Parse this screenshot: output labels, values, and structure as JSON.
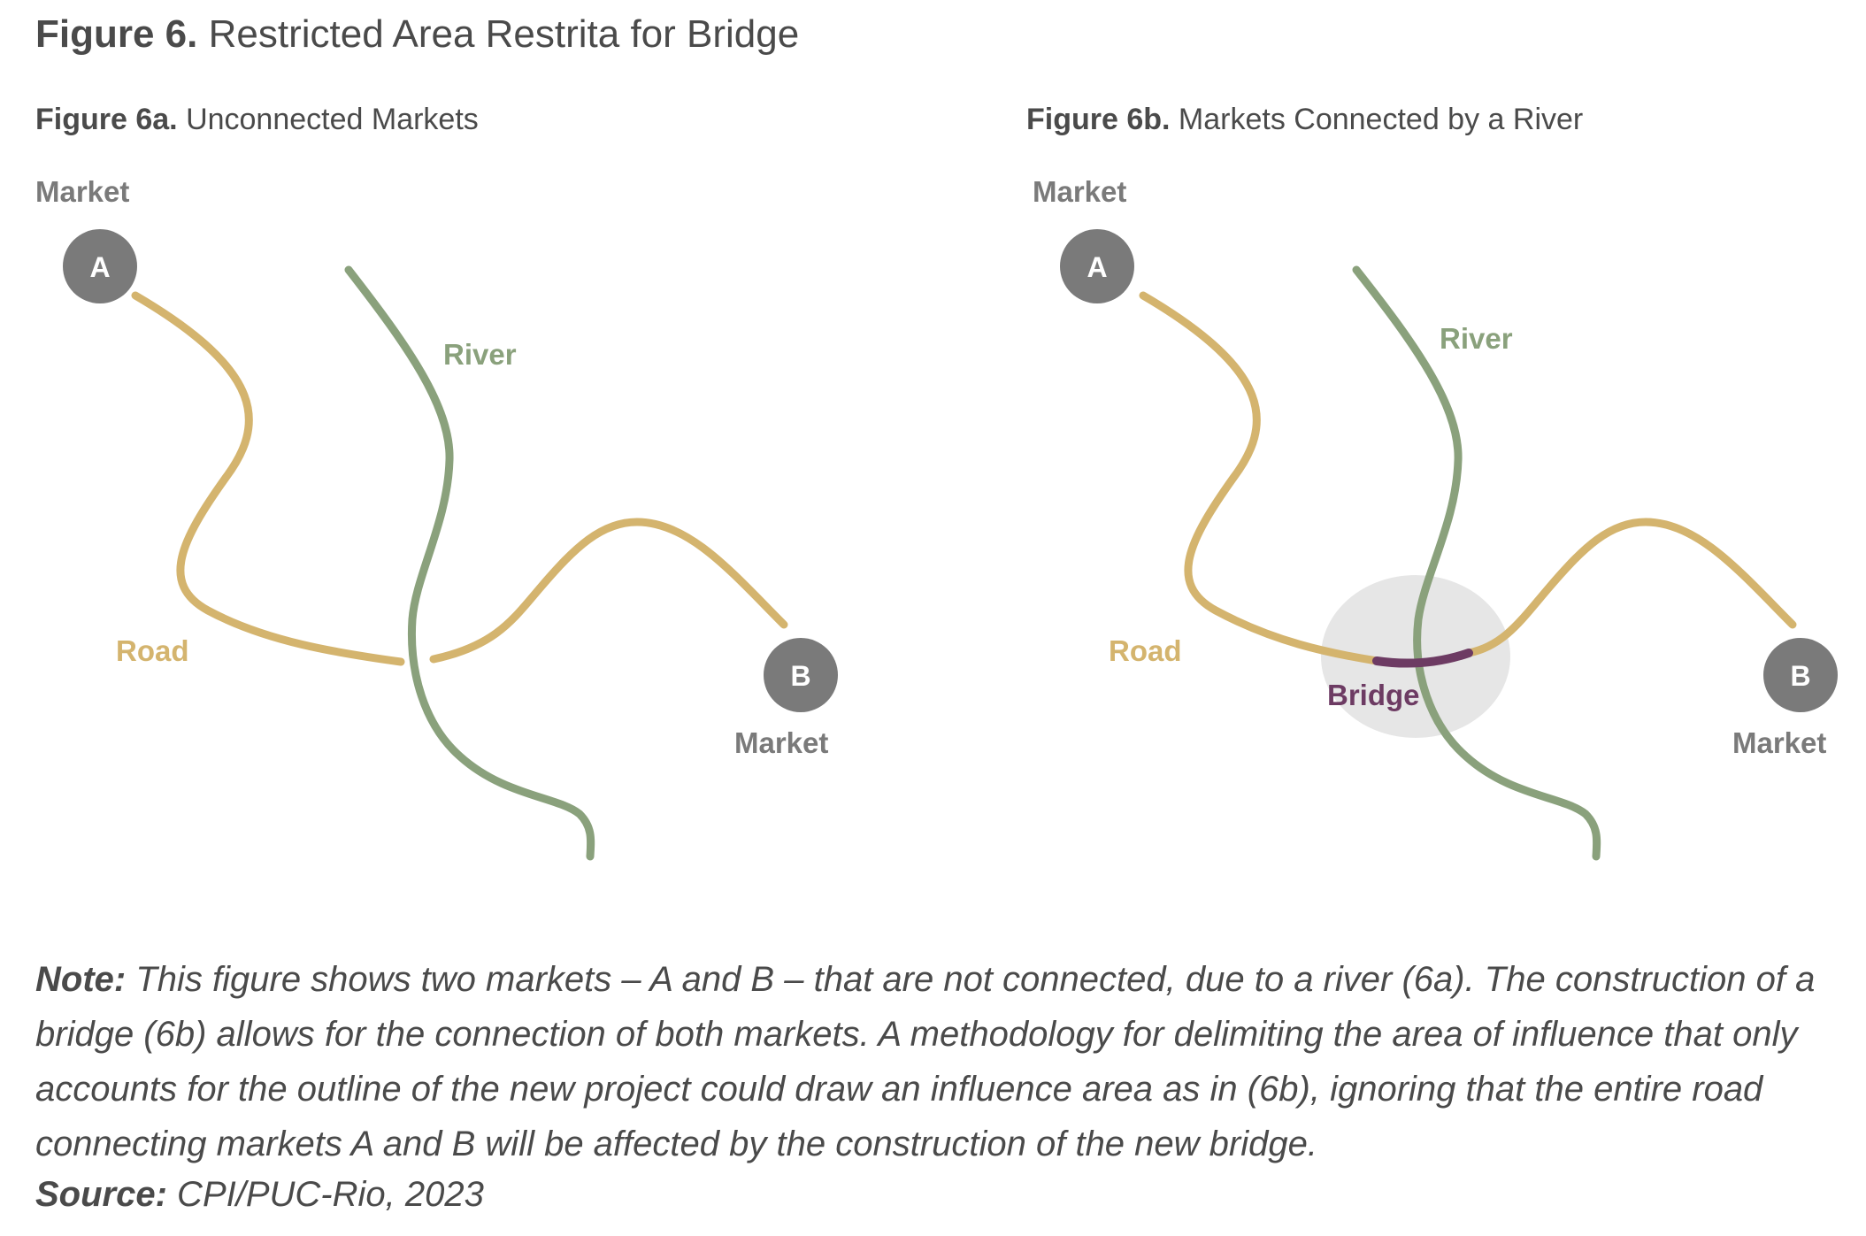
{
  "figure": {
    "label": "Figure 6.",
    "title": "Restricted Area Restrita for Bridge"
  },
  "panel_a": {
    "label": "Figure 6a.",
    "title": "Unconnected Markets",
    "market_top_label": "Market",
    "node_a": "A",
    "node_b": "B",
    "river_label": "River",
    "road_label": "Road",
    "market_bottom_label": "Market"
  },
  "panel_b": {
    "label": "Figure 6b.",
    "title": "Markets Connected by a River",
    "market_top_label": "Market",
    "node_a": "A",
    "node_b": "B",
    "river_label": "River",
    "road_label": "Road",
    "bridge_label": "Bridge",
    "market_bottom_label": "Market"
  },
  "note": {
    "label": "Note:",
    "text": " This figure shows two markets – A and B – that are not connected, due to a river (6a). The construction of a bridge (6b) allows for the connection of both markets. A methodology for delimiting the area of influence that only accounts for the outline of the new project could draw an influence area as in (6b), ignoring that the entire road connecting markets A and B will be affected by the construction of the new bridge."
  },
  "source": {
    "label": "Source:",
    "text": " CPI/PUC-Rio, 2023"
  },
  "colors": {
    "road": "#d4b46e",
    "river": "#8aa17c",
    "bridge": "#6d3b63",
    "market_node": "#7a7a7a",
    "influence_area": "#e6e6e6"
  }
}
